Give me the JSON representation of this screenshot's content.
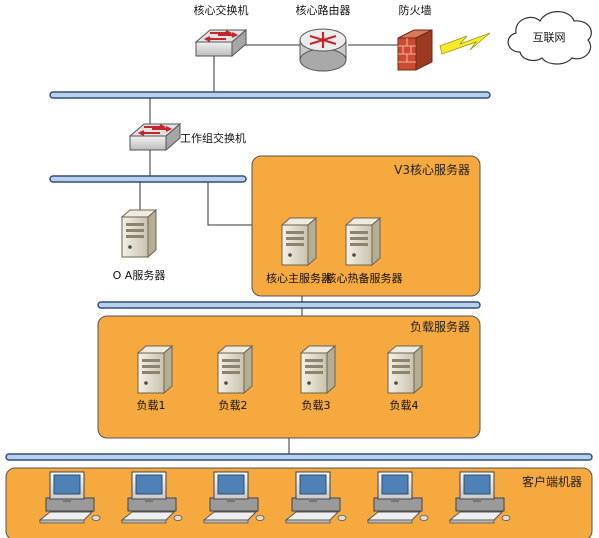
{
  "devices": {
    "core_switch": "核心交换机",
    "core_router": "核心路由器",
    "firewall": "防火墙",
    "internet": "互联网",
    "workgroup_switch": "工作组交换机",
    "oa_server": "O A服务器",
    "core_main_server": "核心主服务器",
    "core_hot_standby": "核心热备服务器"
  },
  "groups": {
    "v3_core": "V3核心服务器",
    "load_servers": "负载服务器",
    "clients": "客户端机器"
  },
  "load_servers": [
    "负载1",
    "负载2",
    "负载3",
    "负载4"
  ],
  "client_count": 6,
  "colors": {
    "panel_fill": "#f5a93f",
    "panel_stroke": "#555555",
    "bus_fill": "#b9d0ec",
    "bus_stroke": "#2d4f7c"
  },
  "icons": {
    "switch": "switch-icon",
    "router": "router-icon",
    "firewall": "firewall-icon",
    "cloud": "cloud-icon",
    "server": "server-icon",
    "workstation": "workstation-icon"
  }
}
